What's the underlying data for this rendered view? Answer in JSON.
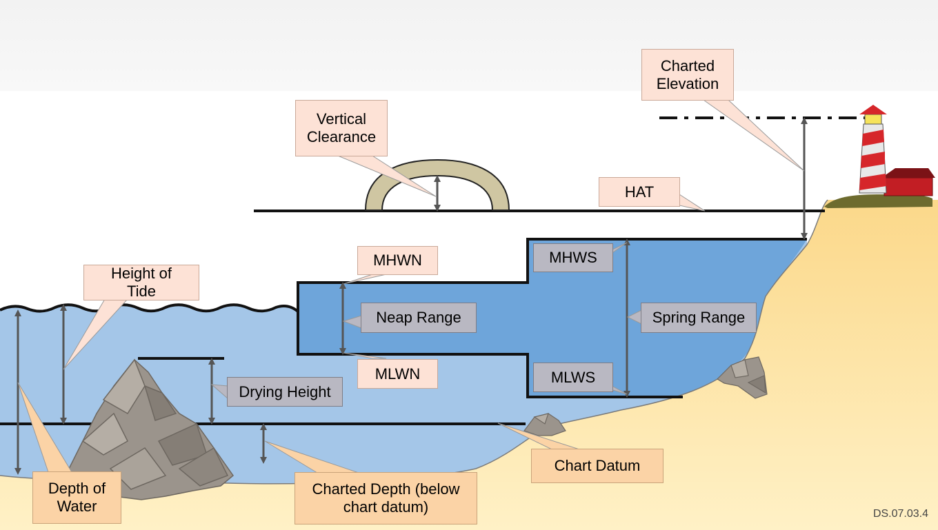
{
  "labels": {
    "charted_elevation": "Charted\nElevation",
    "vertical_clearance": "Vertical\nClearance",
    "hat": "HAT",
    "mhwn": "MHWN",
    "mhws": "MHWS",
    "height_of_tide": "Height of\nTide",
    "neap_range": "Neap Range",
    "spring_range": "Spring Range",
    "mlwn": "MLWN",
    "mlws": "MLWS",
    "drying_height": "Drying Height",
    "chart_datum": "Chart Datum",
    "depth_of_water": "Depth of\nWater",
    "charted_depth": "Charted Depth (below\nchart datum)"
  },
  "code": "DS.07.03.4",
  "colors": {
    "sea": "#a4c6e8",
    "tide_range": "#6ea5da",
    "sand": "#fde7a6",
    "rock": "#9b948c",
    "lighthouse_red": "#d6262a",
    "peach_label": "#fde2d6",
    "orange_label": "#fbd3a6",
    "grey_label": "#b9b8c2"
  }
}
